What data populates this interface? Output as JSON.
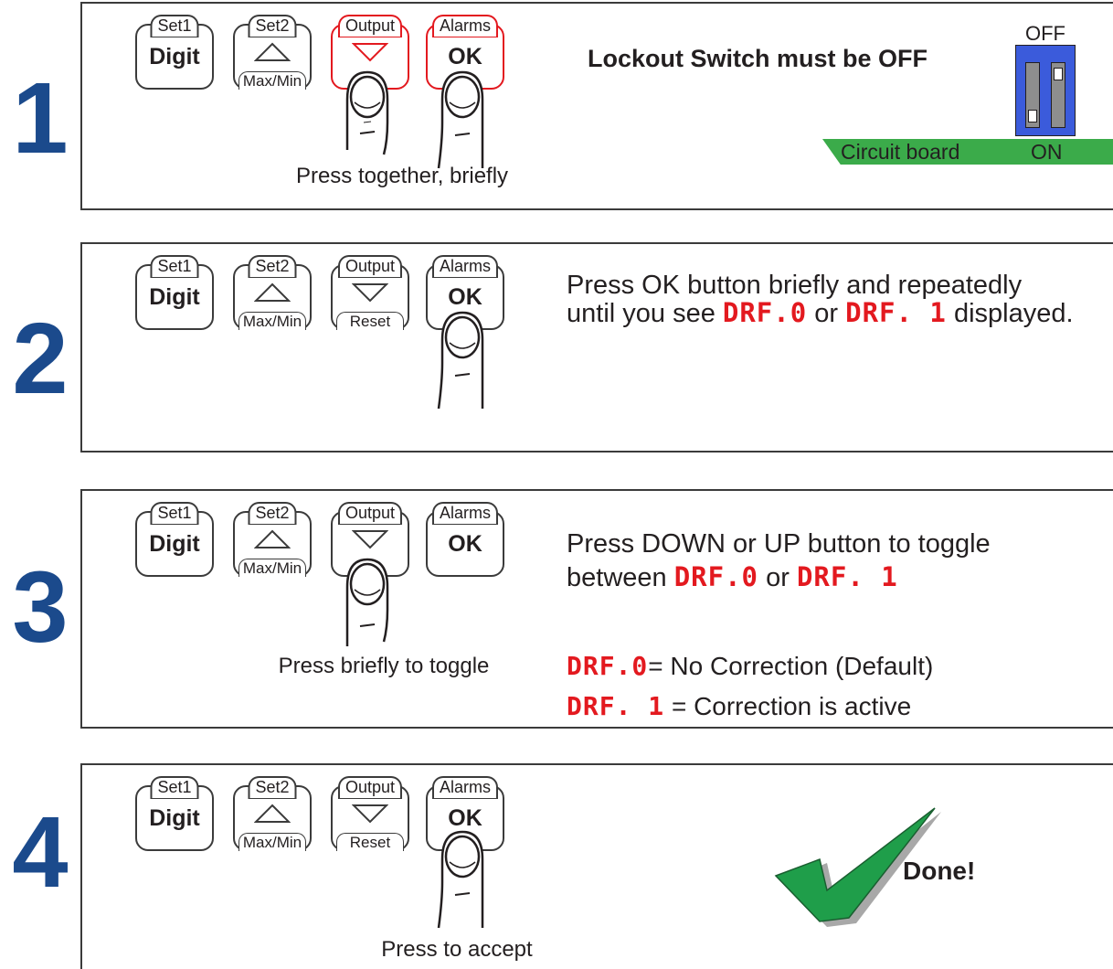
{
  "buttons": {
    "set1_tab": "Set1",
    "set1_label": "Digit",
    "set2_tab": "Set2",
    "set2_sub": "Max/Min",
    "output_tab": "Output",
    "output_sub": "Reset",
    "alarms_tab": "Alarms",
    "alarms_label": "OK"
  },
  "steps": [
    {
      "number": "1",
      "caption": "Press together, briefly",
      "heading": "Lockout Switch must be OFF",
      "switch_off": "OFF",
      "switch_on": "ON",
      "board": "Circuit board"
    },
    {
      "number": "2",
      "line1": "Press OK button briefly and repeatedly",
      "line2_a": "until you see",
      "line2_or": "or",
      "line2_b": "displayed."
    },
    {
      "number": "3",
      "caption": "Press briefly to toggle",
      "line1": "Press DOWN or UP button to toggle",
      "line2_a": "between",
      "line2_or": "or",
      "def0": "= No Correction (Default)",
      "def1": "= Correction is active"
    },
    {
      "number": "4",
      "caption": "Press to accept",
      "done": "Done!"
    }
  ],
  "display_codes": {
    "code0": "DRF.0",
    "code1": "DRF. 1"
  },
  "colors": {
    "step_number": "#1b4a8c",
    "highlight": "#e3191f",
    "switch": "#3b5bdb",
    "board": "#3bab4a",
    "check": "#1f9e4a"
  }
}
